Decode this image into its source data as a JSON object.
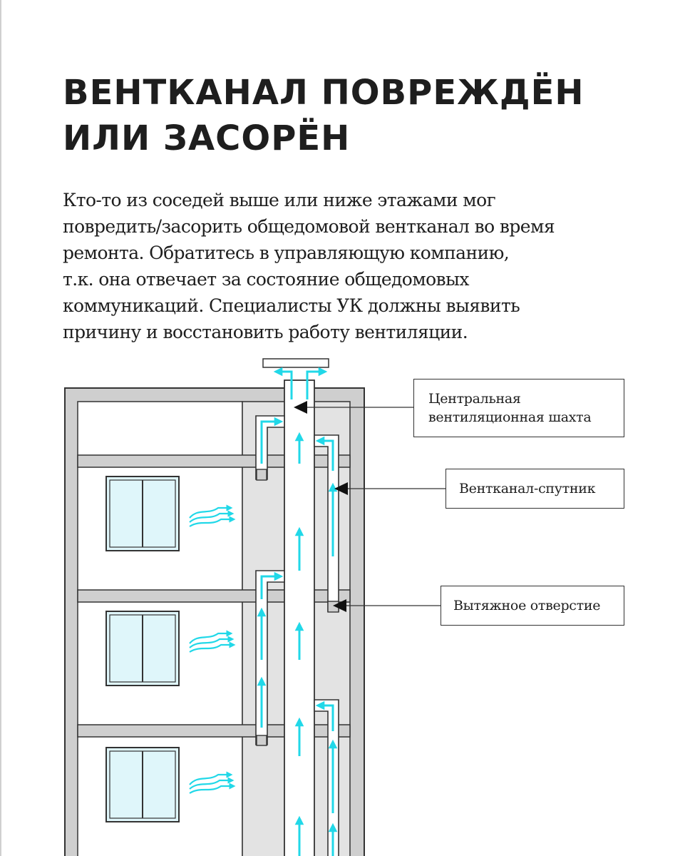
{
  "title": {
    "line1": "ВЕНТКАНАЛ ПОВРЕЖДЁН",
    "line2": "ИЛИ ЗАСОРЁН"
  },
  "body": {
    "lines": [
      "Кто-то из соседей выше или ниже этажами мог",
      "повредить/засорить общедомовой вентканал во время",
      "ремонта. Обратитесь в управляющую компанию,",
      "т.к. она отвечает за состояние общедомовых",
      "коммуникаций. Специалисты УК должны выявить",
      "причину и восстановить работу вентиляции."
    ]
  },
  "callouts": {
    "central_shaft": {
      "line1": "Центральная",
      "line2": "вентиляционная шахта"
    },
    "satellite_duct": "Вентканал-спутник",
    "exhaust_opening": "Вытяжное отверстие"
  },
  "colors": {
    "airflow": "#21d8e8",
    "wall": "#cfcfcf",
    "outline": "#333333",
    "window_glass": "#dff6fa"
  }
}
